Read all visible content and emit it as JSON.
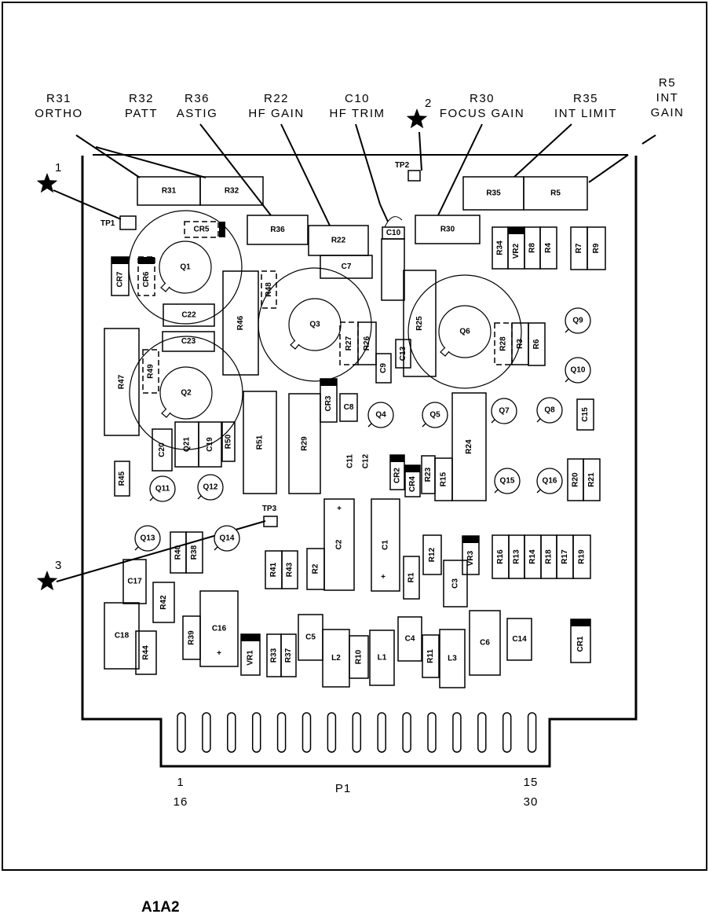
{
  "caption": "A1A2",
  "callouts": [
    {
      "ref": "R31",
      "name": "ORTHO"
    },
    {
      "ref": "R32",
      "name": "PATT"
    },
    {
      "ref": "R36",
      "name": "ASTIG"
    },
    {
      "ref": "R22",
      "name": "HF GAIN"
    },
    {
      "ref": "C10",
      "name": "HF TRIM"
    },
    {
      "ref": "R30",
      "name": "FOCUS GAIN"
    },
    {
      "ref": "R35",
      "name": "INT LIMIT"
    },
    {
      "ref": "R5",
      "name": "INT",
      "name2": "GAIN"
    }
  ],
  "stars": [
    "1",
    "2",
    "3"
  ],
  "test_points": [
    "TP1",
    "TP2",
    "TP3"
  ],
  "components": [
    "R31",
    "R32",
    "R35",
    "R5",
    "R36",
    "R22",
    "C7",
    "C10",
    "R30",
    "R34",
    "VR2",
    "R8",
    "R4",
    "R7",
    "R9",
    "CR5",
    "CR7",
    "CR6",
    "C22",
    "C23",
    "R46",
    "R48",
    "R47",
    "R49",
    "C20",
    "Q21",
    "C19",
    "R50",
    "R51",
    "R29",
    "CR3",
    "C8",
    "R45",
    "R27",
    "R26",
    "C9",
    "C13",
    "R25",
    "R28",
    "R3",
    "R6",
    "C15",
    "R24",
    "R15",
    "R23",
    "CR4",
    "CR2",
    "R20",
    "R21",
    "R40",
    "R38",
    "C17",
    "C18",
    "R44",
    "R42",
    "R39",
    "C16",
    "VR1",
    "R33",
    "R37",
    "R41",
    "R43",
    "R2",
    "C2",
    "C1",
    "R1",
    "R12",
    "C3",
    "VR3",
    "R16",
    "R13",
    "R14",
    "R18",
    "R17",
    "R19",
    "C5",
    "L2",
    "R10",
    "L1",
    "C4",
    "R11",
    "L3",
    "C6",
    "C14",
    "CR1"
  ],
  "loose_labels": [
    "C11",
    "C12"
  ],
  "transistors_large": [
    "Q1",
    "Q2",
    "Q3",
    "Q6"
  ],
  "transistors_small": [
    "Q4",
    "Q5",
    "Q7",
    "Q8",
    "Q9",
    "Q10",
    "Q11",
    "Q12",
    "Q13",
    "Q14",
    "Q15",
    "Q16"
  ],
  "polarity_mark": "+",
  "connector": {
    "name": "P1",
    "pin_first_top": "1",
    "pin_first_bottom": "16",
    "pin_last_top": "15",
    "pin_last_bottom": "30",
    "finger_count": 15
  }
}
